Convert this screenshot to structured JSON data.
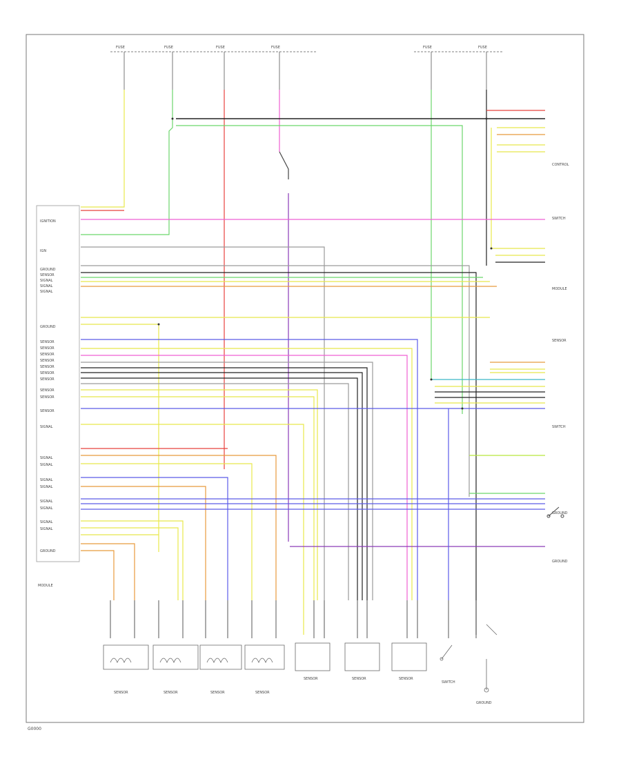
{
  "diagram": {
    "footer_code": "G0000",
    "main_label": "MODULE",
    "connectors_left": [
      "IGNITION",
      "IGN",
      "GROUND",
      "SENSOR",
      "SIGNAL",
      "SIGNAL",
      "SIGNAL",
      "GROUND",
      "SENSOR",
      "SENSOR",
      "SENSOR",
      "SENSOR",
      "SENSOR",
      "SENSOR",
      "SENSOR",
      "SENSOR",
      "SENSOR",
      "SENSOR",
      "SIGNAL",
      "SIGNAL",
      "SIGNAL",
      "SIGNAL",
      "SIGNAL",
      "SIGNAL",
      "SIGNAL",
      "SIGNAL",
      "SIGNAL",
      "GROUND"
    ],
    "top_fuses": [
      "FUSE",
      "FUSE",
      "FUSE",
      "FUSE",
      "FUSE",
      "FUSE"
    ],
    "right_labels": [
      "CONTROL",
      "SWITCH",
      "MODULE",
      "SENSOR",
      "SWITCH",
      "GROUND",
      "GROUND"
    ],
    "bottom_components": [
      "SENSOR",
      "SENSOR",
      "SENSOR",
      "SENSOR",
      "SENSOR",
      "SENSOR",
      "SENSOR",
      "SWITCH",
      "GROUND"
    ],
    "wire_colors": {
      "red": "#e8413c",
      "pink": "#ef5fd3",
      "yellow": "#e8e84a",
      "green": "#6bd66b",
      "blue": "#5a5ae8",
      "orange": "#e89a3c",
      "black": "#222222",
      "gray": "#9a9a9a",
      "purple": "#8a3ab8",
      "cyan": "#3ab8c8",
      "brown": "#a0703c",
      "lime": "#b8e83c"
    }
  }
}
